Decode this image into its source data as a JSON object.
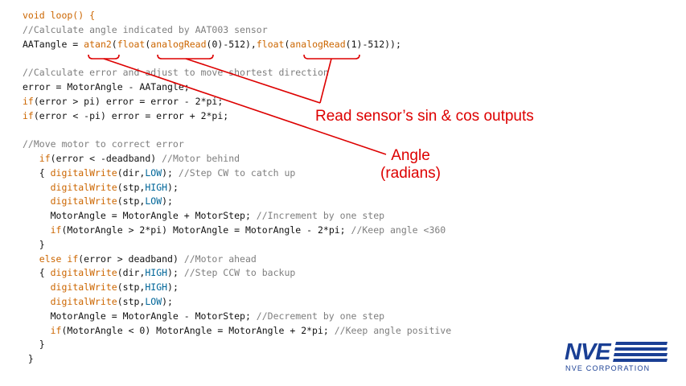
{
  "code": {
    "lines": [
      [
        {
          "t": "void loop() {",
          "c": "kw"
        }
      ],
      [
        {
          "t": "//Calculate angle indicated by AAT003 sensor",
          "c": "cm"
        }
      ],
      [
        {
          "t": "AATangle = "
        },
        {
          "t": "atan2",
          "c": "fn"
        },
        {
          "t": "("
        },
        {
          "t": "float",
          "c": "kw"
        },
        {
          "t": "("
        },
        {
          "t": "analogRead",
          "c": "fn"
        },
        {
          "t": "(0)-512),"
        },
        {
          "t": "float",
          "c": "kw"
        },
        {
          "t": "("
        },
        {
          "t": "analogRead",
          "c": "fn"
        },
        {
          "t": "(1)-512));"
        }
      ],
      [],
      [
        {
          "t": "//Calculate error and adjust to move shortest direction",
          "c": "cm"
        }
      ],
      [
        {
          "t": "error = MotorAngle - AATangle;"
        }
      ],
      [
        {
          "t": "if",
          "c": "kw"
        },
        {
          "t": "(error > pi) error = error - 2*pi;"
        }
      ],
      [
        {
          "t": "if",
          "c": "kw"
        },
        {
          "t": "(error < -pi) error = error + 2*pi;"
        }
      ],
      [],
      [
        {
          "t": "//Move motor to correct error",
          "c": "cm"
        }
      ],
      [
        {
          "t": "   "
        },
        {
          "t": "if",
          "c": "kw"
        },
        {
          "t": "(error < -deadband) "
        },
        {
          "t": "//Motor behind",
          "c": "cm"
        }
      ],
      [
        {
          "t": "   { "
        },
        {
          "t": "digitalWrite",
          "c": "fn"
        },
        {
          "t": "(dir,"
        },
        {
          "t": "LOW",
          "c": "ct"
        },
        {
          "t": "); "
        },
        {
          "t": "//Step CW to catch up",
          "c": "cm"
        }
      ],
      [
        {
          "t": "     "
        },
        {
          "t": "digitalWrite",
          "c": "fn"
        },
        {
          "t": "(stp,"
        },
        {
          "t": "HIGH",
          "c": "ct"
        },
        {
          "t": ");"
        }
      ],
      [
        {
          "t": "     "
        },
        {
          "t": "digitalWrite",
          "c": "fn"
        },
        {
          "t": "(stp,"
        },
        {
          "t": "LOW",
          "c": "ct"
        },
        {
          "t": ");"
        }
      ],
      [
        {
          "t": "     MotorAngle = MotorAngle + MotorStep; "
        },
        {
          "t": "//Increment by one step",
          "c": "cm"
        }
      ],
      [
        {
          "t": "     "
        },
        {
          "t": "if",
          "c": "kw"
        },
        {
          "t": "(MotorAngle > 2*pi) MotorAngle = MotorAngle - 2*pi; "
        },
        {
          "t": "//Keep angle <360",
          "c": "cm"
        }
      ],
      [
        {
          "t": "   }"
        }
      ],
      [
        {
          "t": "   "
        },
        {
          "t": "else if",
          "c": "kw"
        },
        {
          "t": "(error > deadband) "
        },
        {
          "t": "//Motor ahead",
          "c": "cm"
        }
      ],
      [
        {
          "t": "   { "
        },
        {
          "t": "digitalWrite",
          "c": "fn"
        },
        {
          "t": "(dir,"
        },
        {
          "t": "HIGH",
          "c": "ct"
        },
        {
          "t": "); "
        },
        {
          "t": "//Step CCW to backup",
          "c": "cm"
        }
      ],
      [
        {
          "t": "     "
        },
        {
          "t": "digitalWrite",
          "c": "fn"
        },
        {
          "t": "(stp,"
        },
        {
          "t": "HIGH",
          "c": "ct"
        },
        {
          "t": ");"
        }
      ],
      [
        {
          "t": "     "
        },
        {
          "t": "digitalWrite",
          "c": "fn"
        },
        {
          "t": "(stp,"
        },
        {
          "t": "LOW",
          "c": "ct"
        },
        {
          "t": ");"
        }
      ],
      [
        {
          "t": "     MotorAngle = MotorAngle - MotorStep; "
        },
        {
          "t": "//Decrement by one step",
          "c": "cm"
        }
      ],
      [
        {
          "t": "     "
        },
        {
          "t": "if",
          "c": "kw"
        },
        {
          "t": "(MotorAngle < 0) MotorAngle = MotorAngle + 2*pi; "
        },
        {
          "t": "//Keep angle positive",
          "c": "cm"
        }
      ],
      [
        {
          "t": "   }"
        }
      ],
      [
        {
          "t": " }"
        }
      ]
    ]
  },
  "annotations": {
    "sincos": "Read sensor’s sin & cos outputs",
    "angle_line1": "Angle",
    "angle_line2": "(radians)"
  },
  "logo": {
    "word": "NVE",
    "sub": "NVE CORPORATION"
  },
  "colors": {
    "annotation": "#dd0000",
    "keyword": "#cc6600",
    "comment": "#7e7e7e",
    "constant": "#006699",
    "logo": "#1a3f94"
  }
}
